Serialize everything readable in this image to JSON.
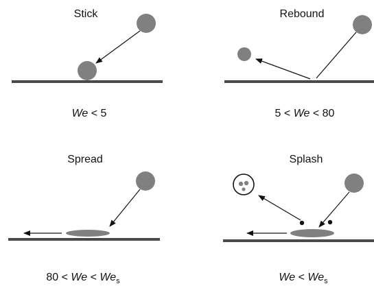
{
  "panels": {
    "stick": {
      "title": "Stick",
      "condition": {
        "var": "We",
        "rel": "< 5"
      }
    },
    "rebound": {
      "title": "Rebound",
      "condition": {
        "pre": "5 <",
        "var": "We",
        "rel": "< 80"
      }
    },
    "spread": {
      "title": "Spread",
      "condition": {
        "pre": "80 <",
        "var": "We",
        "rel": "<",
        "var2": "We",
        "sub2": "s"
      }
    },
    "splash": {
      "title": "Splash",
      "condition": {
        "var": "We",
        "rel": "<",
        "var2": "We",
        "sub2": "s"
      }
    }
  },
  "colors": {
    "surface": "#4a4a4a",
    "droplet": "#808080",
    "arrow": "#111111"
  },
  "icons": [
    "droplet",
    "impact-arrow",
    "surface-bar",
    "secondary-droplet-icon"
  ]
}
